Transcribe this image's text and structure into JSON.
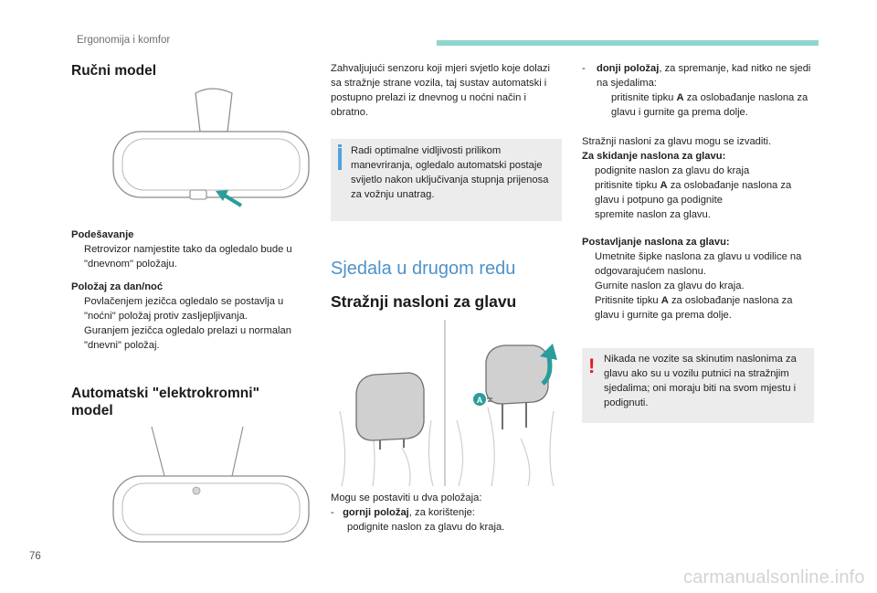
{
  "header": {
    "title": "Ergonomija i komfor"
  },
  "page_number": "76",
  "watermark": "carmanualsonline.info",
  "col1": {
    "manual_title": "Ručni model",
    "adjust_label": "Podešavanje",
    "adjust_items": [
      "Retrovizor namjestite tako da ogledalo bude u \"dnevnom\" položaju."
    ],
    "daynight_label": "Položaj za dan/noć",
    "daynight_items": [
      "Povlačenjem jezičca ogledalo se postavlja u \"noćni\" položaj protiv zasljepljivanja.",
      "Guranjem jezičca ogledalo prelazi u normalan \"dnevni\" položaj."
    ],
    "auto_title": "Automatski \"elektrokromni\" model"
  },
  "col2": {
    "intro": "Zahvaljujući senzoru koji mjeri svjetlo koje dolazi sa stražnje strane vozila, taj sustav automatski i postupno prelazi iz dnevnog u noćni način i obratno.",
    "info": "Radi optimalne vidljivosti prilikom manevriranja, ogledalo automatski postaje svijetlo nakon uključivanja stupnja prijenosa za vožnju unatrag.",
    "section_title": "Sjedala u drugom redu",
    "headrest_title": "Stražnji nasloni za glavu",
    "label_a": "A",
    "positions_intro": "Mogu se postaviti u dva položaja:",
    "upper_label": "gornji položaj",
    "upper_rest": ", za korištenje:",
    "upper_step": "podignite naslon za glavu do kraja."
  },
  "col3": {
    "lower_label": "donji položaj",
    "lower_rest": ", za spremanje, kad nitko ne sjedi na sjedalima:",
    "lower_step_pre": "pritisnite tipku ",
    "lower_step_key": "A",
    "lower_step_post": " za oslobađanje naslona za glavu i gurnite ga prema dolje.",
    "removable": "Stražnji nasloni za glavu mogu se izvaditi.",
    "remove_label": "Za skidanje naslona za glavu:",
    "remove_1": "podignite naslon za glavu do kraja",
    "remove_2_pre": "pritisnite tipku ",
    "remove_2_key": "A",
    "remove_2_post": " za oslobađanje naslona za glavu i potpuno ga podignite",
    "remove_3": "spremite naslon za glavu.",
    "install_label": "Postavljanje naslona za glavu:",
    "install_1": "Umetnite šipke naslona za glavu u vodilice na odgovarajućem naslonu.",
    "install_2": "Gurnite naslon za glavu do kraja.",
    "install_3_pre": "Pritisnite tipku ",
    "install_3_key": "A",
    "install_3_post": " za oslobađanje naslona za glavu i gurnite ga prema dolje.",
    "warning": "Nikada ne vozite sa skinutim naslonima za glavu ako su u vozilu putnici na stražnjim sjedalima; oni moraju biti na svom mjestu i podignuti."
  },
  "bullet_mark": "",
  "dash_mark": "-",
  "warning_mark": "!",
  "colors": {
    "accent_teal": "#8fd6ce",
    "section_blue": "#4f92c8",
    "info_blue": "#4da3dc",
    "warning_red": "#e01a25",
    "box_gray": "#ececec",
    "arrow_teal": "#2a9d9a"
  }
}
